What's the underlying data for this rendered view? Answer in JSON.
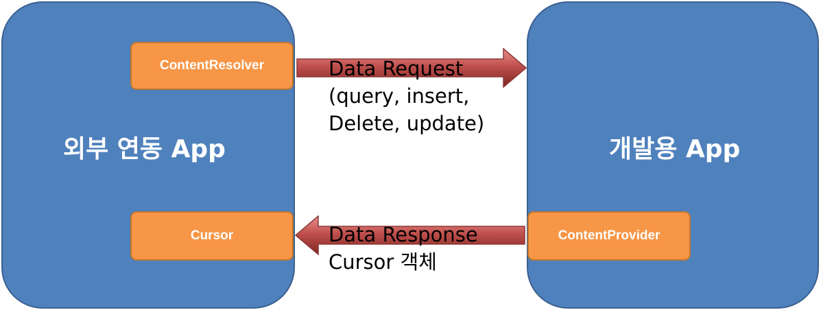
{
  "apps": {
    "external": {
      "title": "외부 연동 App",
      "color": "#4f81bd"
    },
    "development": {
      "title": "개발용 App",
      "color": "#4f81bd"
    }
  },
  "components": {
    "resolver": "ContentResolver",
    "cursor": "Cursor",
    "provider": "ContentProvider",
    "color": "#f79646"
  },
  "request": {
    "line1": "Data Request",
    "line2": "(query, insert,",
    "line3": "Delete, update)",
    "arrow_color": "#c0504d"
  },
  "response": {
    "line1": "Data Response",
    "line2": "Cursor 객체",
    "arrow_color": "#c0504d"
  }
}
